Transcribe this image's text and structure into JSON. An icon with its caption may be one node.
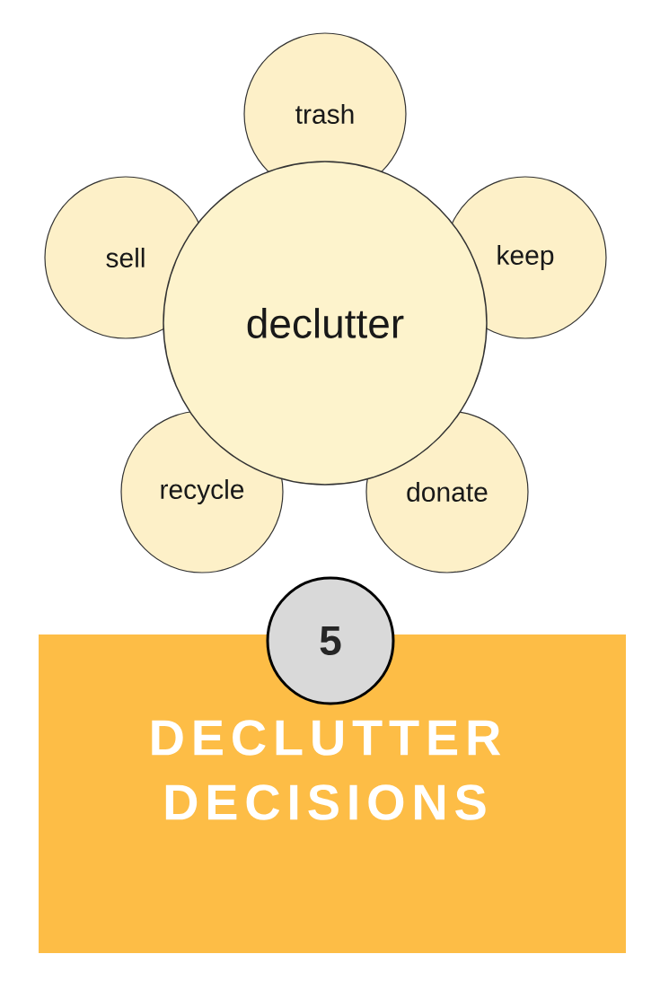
{
  "diagram": {
    "title": "DECLUTTER DECISIONS",
    "nodes": [
      {
        "text": [
          "declutter"
        ]
      },
      {
        "text": [
          "trash"
        ]
      },
      {
        "text": [
          "keep"
        ]
      },
      {
        "text": [
          "donate"
        ]
      },
      {
        "text": [
          "recycle"
        ]
      },
      {
        "text": [
          "sell"
        ]
      },
      {
        "text": [
          "5"
        ]
      }
    ]
  }
}
